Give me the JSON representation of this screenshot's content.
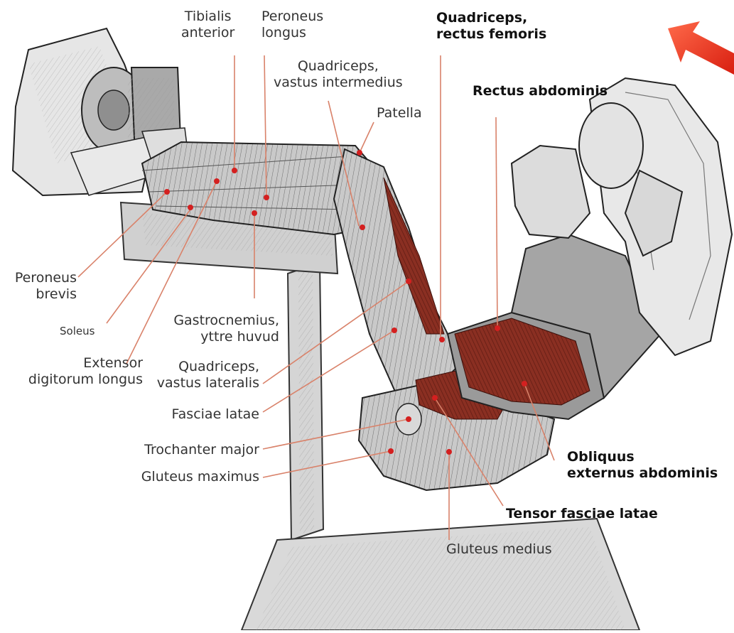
{
  "labels": {
    "tibialis_anterior": [
      "Tibialis",
      "anterior"
    ],
    "peroneus_longus": [
      "Peroneus",
      "longus"
    ],
    "quadriceps_rectus_femoris": [
      "Quadriceps,",
      "rectus femoris"
    ],
    "quadriceps_vastus_intermedius": [
      "Quadriceps,",
      "vastus intermedius"
    ],
    "patella": "Patella",
    "rectus_abdominis": "Rectus abdominis",
    "peroneus_brevis": [
      "Peroneus",
      "brevis"
    ],
    "soleus": "Soleus",
    "gastrocnemius": [
      "Gastrocnemius,",
      "yttre huvud"
    ],
    "extensor_digitorum_longus": [
      "Extensor",
      "digitorum longus"
    ],
    "quadriceps_vastus_lateralis": [
      "Quadriceps,",
      "vastus lateralis"
    ],
    "fasciae_latae": "Fasciae latae",
    "trochanter_major": "Trochanter major",
    "gluteus_maximus": "Gluteus maximus",
    "obliquus_externus": [
      "Obliquus",
      "externus abdominis"
    ],
    "tensor_fasciae_latae": "Tensor fasciae latae",
    "gluteus_medius": "Gluteus medius"
  },
  "colors": {
    "label_line": "#d9826a",
    "marker_dot": "#d42020",
    "muscle_red": "#8a2f22",
    "skin": "#d8d8d8",
    "outline": "#222222",
    "arrow_red": "#e0301e"
  }
}
